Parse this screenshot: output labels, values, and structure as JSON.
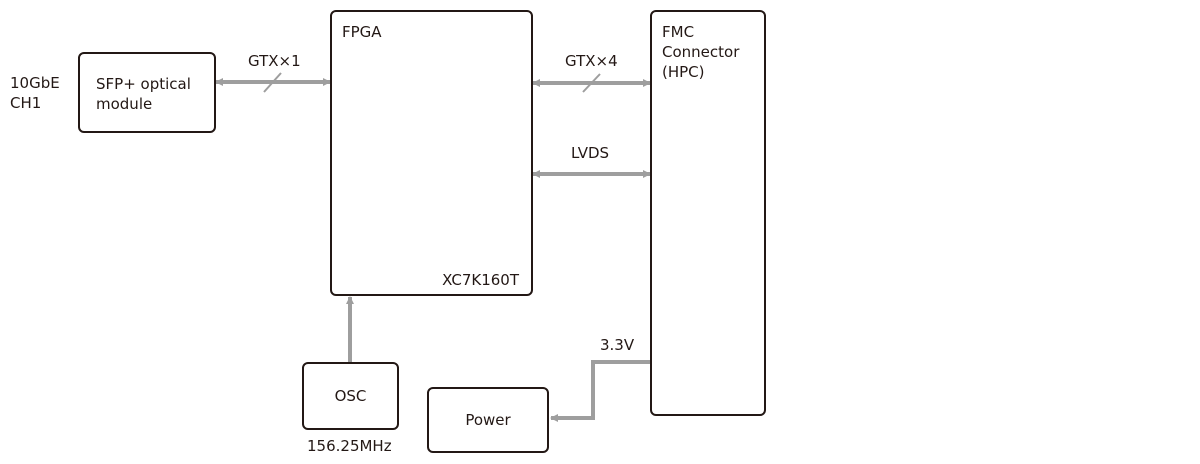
{
  "diagram": {
    "external_label": [
      "10GbE",
      "CH1"
    ],
    "blocks": {
      "sfp": {
        "label_lines": [
          "SFP+ optical",
          "module"
        ]
      },
      "fpga": {
        "title": "FPGA",
        "part": "XC7K160T"
      },
      "fmc": {
        "label_lines": [
          "FMC",
          "Connector",
          "(HPC)"
        ]
      },
      "osc": {
        "label": "OSC",
        "caption": "156.25MHz"
      },
      "power": {
        "label": "Power"
      }
    },
    "links": {
      "sfp_fpga": {
        "label": "GTX×1",
        "bidirectional": true
      },
      "fpga_fmc_gtx": {
        "label": "GTX×4",
        "bidirectional": true
      },
      "fpga_fmc_lvds": {
        "label": "LVDS",
        "bidirectional": true
      },
      "osc_fpga": {
        "label": "",
        "direction": "to FPGA"
      },
      "fmc_power": {
        "label": "3.3V",
        "direction": "to Power"
      }
    },
    "colors": {
      "border": "#231815",
      "connector": "#9e9e9e"
    }
  }
}
